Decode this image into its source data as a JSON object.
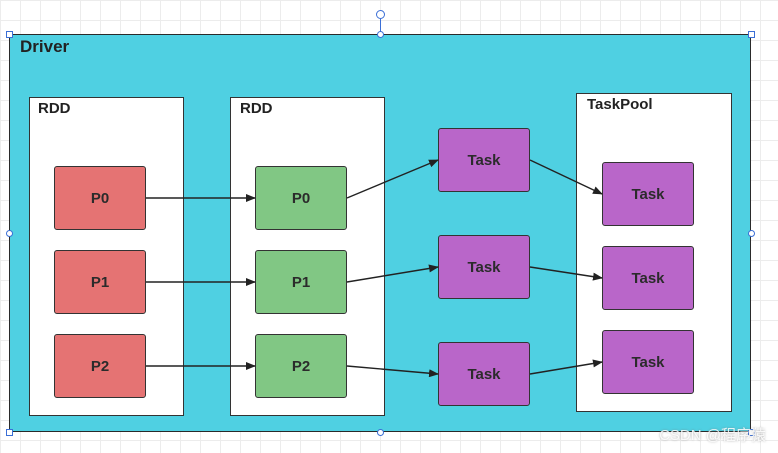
{
  "diagram": {
    "driver_label": "Driver",
    "rdd1": {
      "title": "RDD",
      "partitions": [
        "P0",
        "P1",
        "P2"
      ]
    },
    "rdd2": {
      "title": "RDD",
      "partitions": [
        "P0",
        "P1",
        "P2"
      ]
    },
    "tasks": [
      "Task",
      "Task",
      "Task"
    ],
    "taskpool": {
      "title": "TaskPool",
      "tasks": [
        "Task",
        "Task",
        "Task"
      ]
    }
  },
  "colors": {
    "driver_fill": "#4fd0e2",
    "rdd1_partition": "#e57373",
    "rdd2_partition": "#81c784",
    "task": "#b966c9",
    "selection_handle": "#3b6fd6"
  },
  "watermark": "CSDN @程序猿"
}
